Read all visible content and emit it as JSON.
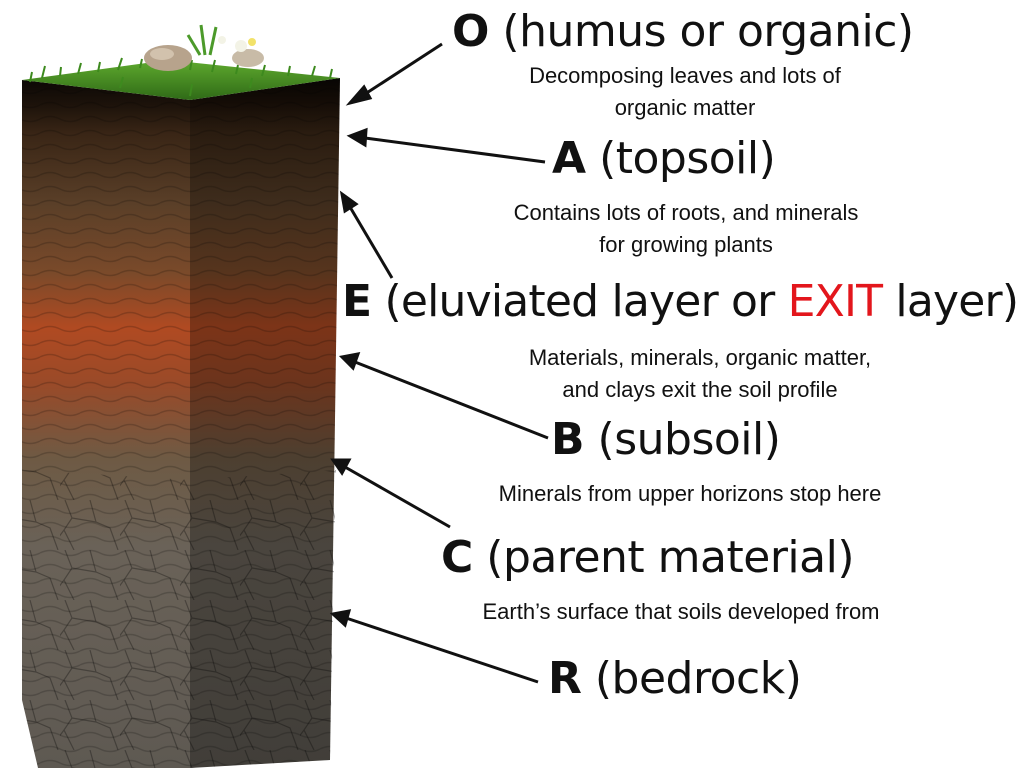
{
  "horizons": [
    {
      "letter": "O",
      "name": "(humus or organic)",
      "description": [
        "Decomposing leaves and lots of",
        "organic matter"
      ]
    },
    {
      "letter": "A",
      "name": "(topsoil)",
      "description": [
        "Contains lots of roots, and minerals",
        "for growing plants"
      ]
    },
    {
      "letter": "E",
      "name_before": "(eluviated layer or ",
      "name_highlight": "EXIT",
      "name_after": " layer)",
      "description": [
        "Materials, minerals, organic matter,",
        "and clays exit the soil profile"
      ]
    },
    {
      "letter": "B",
      "name": "(subsoil)",
      "description": [
        "Minerals from upper horizons stop here"
      ]
    },
    {
      "letter": "C",
      "name": "(parent material)",
      "description": [
        "Earth’s surface that soils developed from"
      ]
    },
    {
      "letter": "R",
      "name": "(bedrock)"
    }
  ],
  "colors": {
    "highlight": "#e3161c",
    "text": "#111111",
    "arrow": "#111111"
  },
  "icons": [
    "grass-icon",
    "rock-icon",
    "flower-icon"
  ]
}
